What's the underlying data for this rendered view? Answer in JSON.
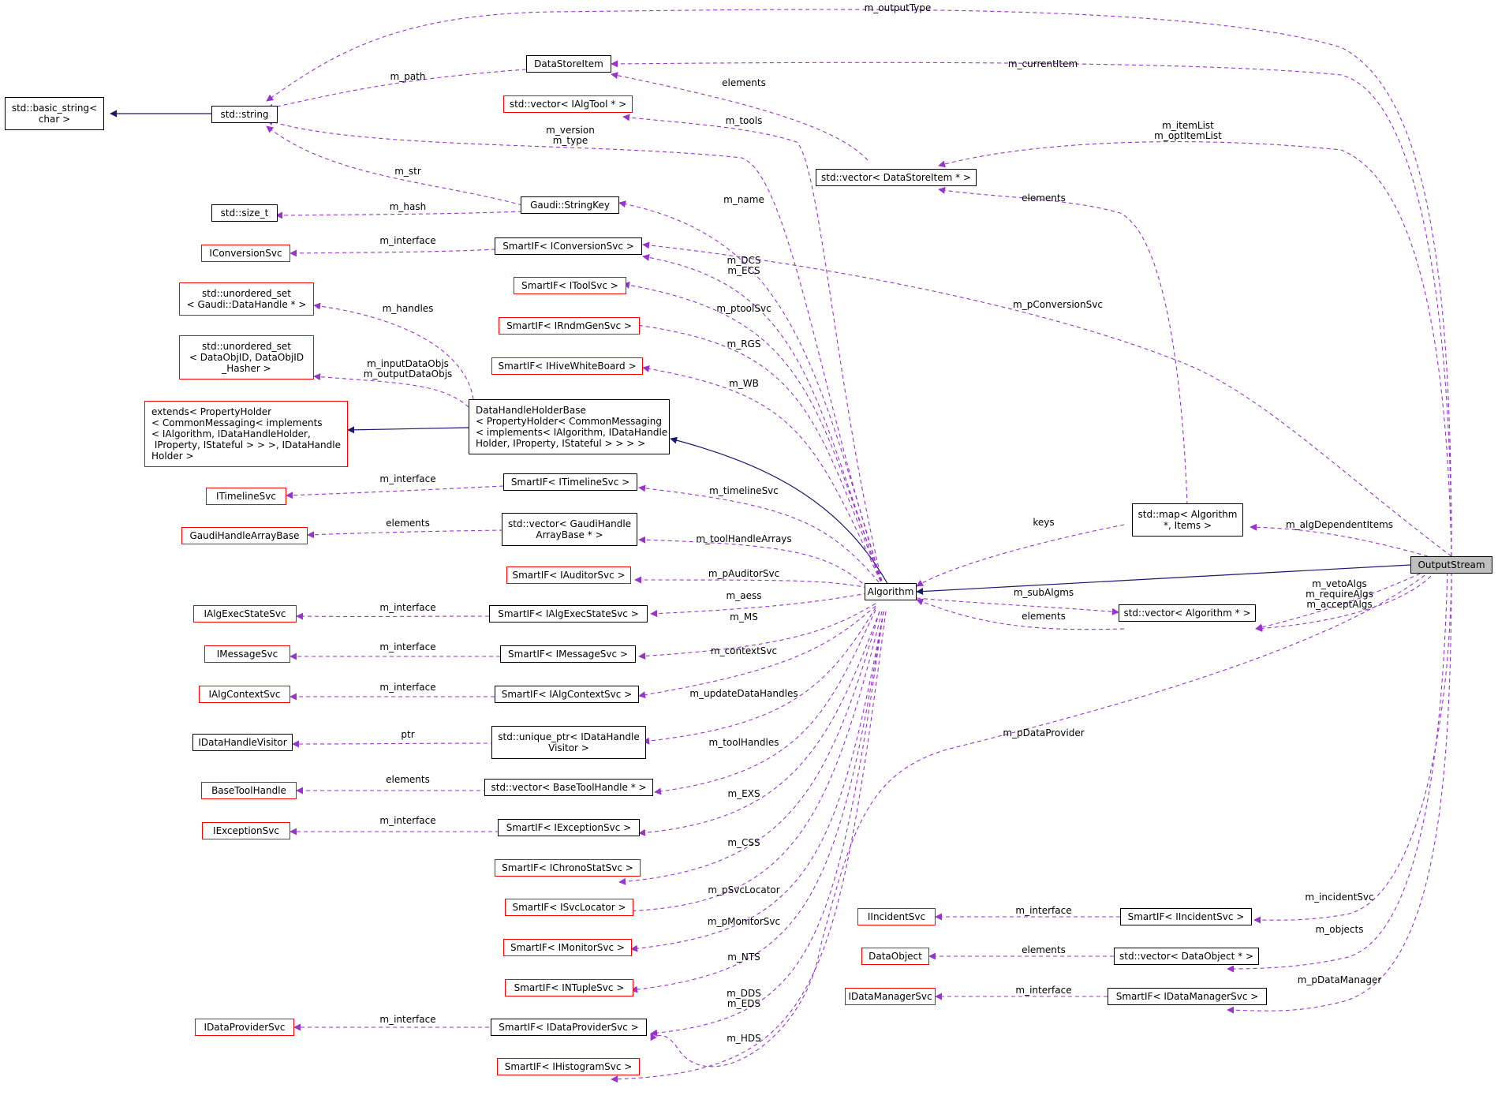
{
  "colors": {
    "inheritance": "#191970",
    "usage": "#9a32cd",
    "red_border": "#ff0000",
    "target_fill": "#bfbfbf"
  },
  "nodes": {
    "basic_string": "std::basic_string<\nchar >",
    "string": "std::string",
    "size_t": "std::size_t",
    "IConversionSvc": "IConversionSvc",
    "unordered_set_handle": "std::unordered_set\n< Gaudi::DataHandle * >",
    "unordered_set_objid": "std::unordered_set\n< DataObjID, DataObjID\n_Hasher >",
    "extends": "extends< PropertyHolder\n< CommonMessaging< implements\n< IAlgorithm, IDataHandleHolder,\n IProperty, IStateful > > >, IDataHandle\nHolder >",
    "ITimelineSvc": "ITimelineSvc",
    "GaudiHandleArrayBase": "GaudiHandleArrayBase",
    "IAlgExecStateSvc": "IAlgExecStateSvc",
    "IMessageSvc": "IMessageSvc",
    "IAlgContextSvc": "IAlgContextSvc",
    "IDataHandleVisitor": "IDataHandleVisitor",
    "BaseToolHandle": "BaseToolHandle",
    "IExceptionSvc": "IExceptionSvc",
    "IDataProviderSvc": "IDataProviderSvc",
    "DataStoreItem": "DataStoreItem",
    "vector_IAlgTool": "std::vector< IAlgTool * >",
    "StringKey": "Gaudi::StringKey",
    "SmartIF_IConversionSvc": "SmartIF< IConversionSvc >",
    "SmartIF_IToolSvc": "SmartIF< IToolSvc >",
    "SmartIF_IRndmGenSvc": "SmartIF< IRndmGenSvc >",
    "SmartIF_IHiveWhiteBoard": "SmartIF< IHiveWhiteBoard >",
    "DataHandleHolderBase": "DataHandleHolderBase\n< PropertyHolder< CommonMessaging\n< implements< IAlgorithm, IDataHandle\nHolder, IProperty, IStateful > > > >",
    "SmartIF_ITimelineSvc": "SmartIF< ITimelineSvc >",
    "vector_GaudiHandleArrayBase": "std::vector< GaudiHandle\nArrayBase * >",
    "SmartIF_IAuditorSvc": "SmartIF< IAuditorSvc >",
    "SmartIF_IAlgExecStateSvc": "SmartIF< IAlgExecStateSvc >",
    "SmartIF_IMessageSvc": "SmartIF< IMessageSvc >",
    "SmartIF_IAlgContextSvc": "SmartIF< IAlgContextSvc >",
    "unique_ptr_IDataHandleVisitor": "std::unique_ptr< IDataHandle\nVisitor >",
    "vector_BaseToolHandle": "std::vector< BaseToolHandle * >",
    "SmartIF_IExceptionSvc": "SmartIF< IExceptionSvc >",
    "SmartIF_IChronoStatSvc": "SmartIF< IChronoStatSvc >",
    "SmartIF_ISvcLocator": "SmartIF< ISvcLocator >",
    "SmartIF_IMonitorSvc": "SmartIF< IMonitorSvc >",
    "SmartIF_INTupleSvc": "SmartIF< INTupleSvc >",
    "SmartIF_IDataProviderSvc": "SmartIF< IDataProviderSvc >",
    "SmartIF_IHistogramSvc": "SmartIF< IHistogramSvc >",
    "vector_DataStoreItem": "std::vector< DataStoreItem * >",
    "Algorithm": "Algorithm",
    "IIncidentSvc": "IIncidentSvc",
    "DataObject": "DataObject",
    "IDataManagerSvc": "IDataManagerSvc",
    "map_Algorithm_Items": "std::map< Algorithm\n*, Items >",
    "vector_Algorithm": "std::vector< Algorithm * >",
    "SmartIF_IIncidentSvc": "SmartIF< IIncidentSvc >",
    "vector_DataObject": "std::vector< DataObject * >",
    "SmartIF_IDataManagerSvc": "SmartIF< IDataManagerSvc >",
    "OutputStream": "OutputStream"
  },
  "labels": {
    "m_outputType": "m_outputType",
    "m_currentItem": "m_currentItem",
    "m_path": "m_path",
    "elements_dsi": "elements",
    "m_tools": "m_tools",
    "m_version_type": "m_version\nm_type",
    "m_itemList": "m_itemList\nm_optItemList",
    "m_str": "m_str",
    "m_hash": "m_hash",
    "m_name": "m_name",
    "elements_vdsi": "elements",
    "m_interface_conv": "m_interface",
    "m_DCS_ECS": "m_DCS\nm_ECS",
    "m_pConversionSvc": "m_pConversionSvc",
    "m_handles": "m_handles",
    "m_ptoolSvc": "m_ptoolSvc",
    "m_RGS": "m_RGS",
    "m_inputDataObjs": "m_inputDataObjs\nm_outputDataObjs",
    "m_WB": "m_WB",
    "m_interface_timeline": "m_interface",
    "m_timelineSvc": "m_timelineSvc",
    "elements_gha": "elements",
    "m_toolHandleArrays": "m_toolHandleArrays",
    "keys": "keys",
    "m_algDependentItems": "m_algDependentItems",
    "m_pAuditorSvc": "m_pAuditorSvc",
    "m_interface_aes": "m_interface",
    "m_aess": "m_aess",
    "m_subAlgms": "m_subAlgms",
    "m_vetoAlgs": "m_vetoAlgs\nm_requireAlgs\nm_acceptAlgs",
    "m_MS": "m_MS",
    "elements_alg": "elements",
    "m_interface_msg": "m_interface",
    "m_contextSvc": "m_contextSvc",
    "m_interface_ctx": "m_interface",
    "m_updateDataHandles": "m_updateDataHandles",
    "ptr": "ptr",
    "m_pDataProvider": "m_pDataProvider",
    "m_toolHandles": "m_toolHandles",
    "elements_bth": "elements",
    "m_EXS": "m_EXS",
    "m_interface_exc": "m_interface",
    "m_CSS": "m_CSS",
    "m_pSvcLocator": "m_pSvcLocator",
    "m_pMonitorSvc": "m_pMonitorSvc",
    "m_interface_inc": "m_interface",
    "m_incidentSvc": "m_incidentSvc",
    "m_objects": "m_objects",
    "elements_do": "elements",
    "m_NTS": "m_NTS",
    "m_pDataManager": "m_pDataManager",
    "m_interface_dm": "m_interface",
    "m_DDS_EDS": "m_DDS\nm_EDS",
    "m_interface_dp": "m_interface",
    "m_HDS": "m_HDS"
  }
}
